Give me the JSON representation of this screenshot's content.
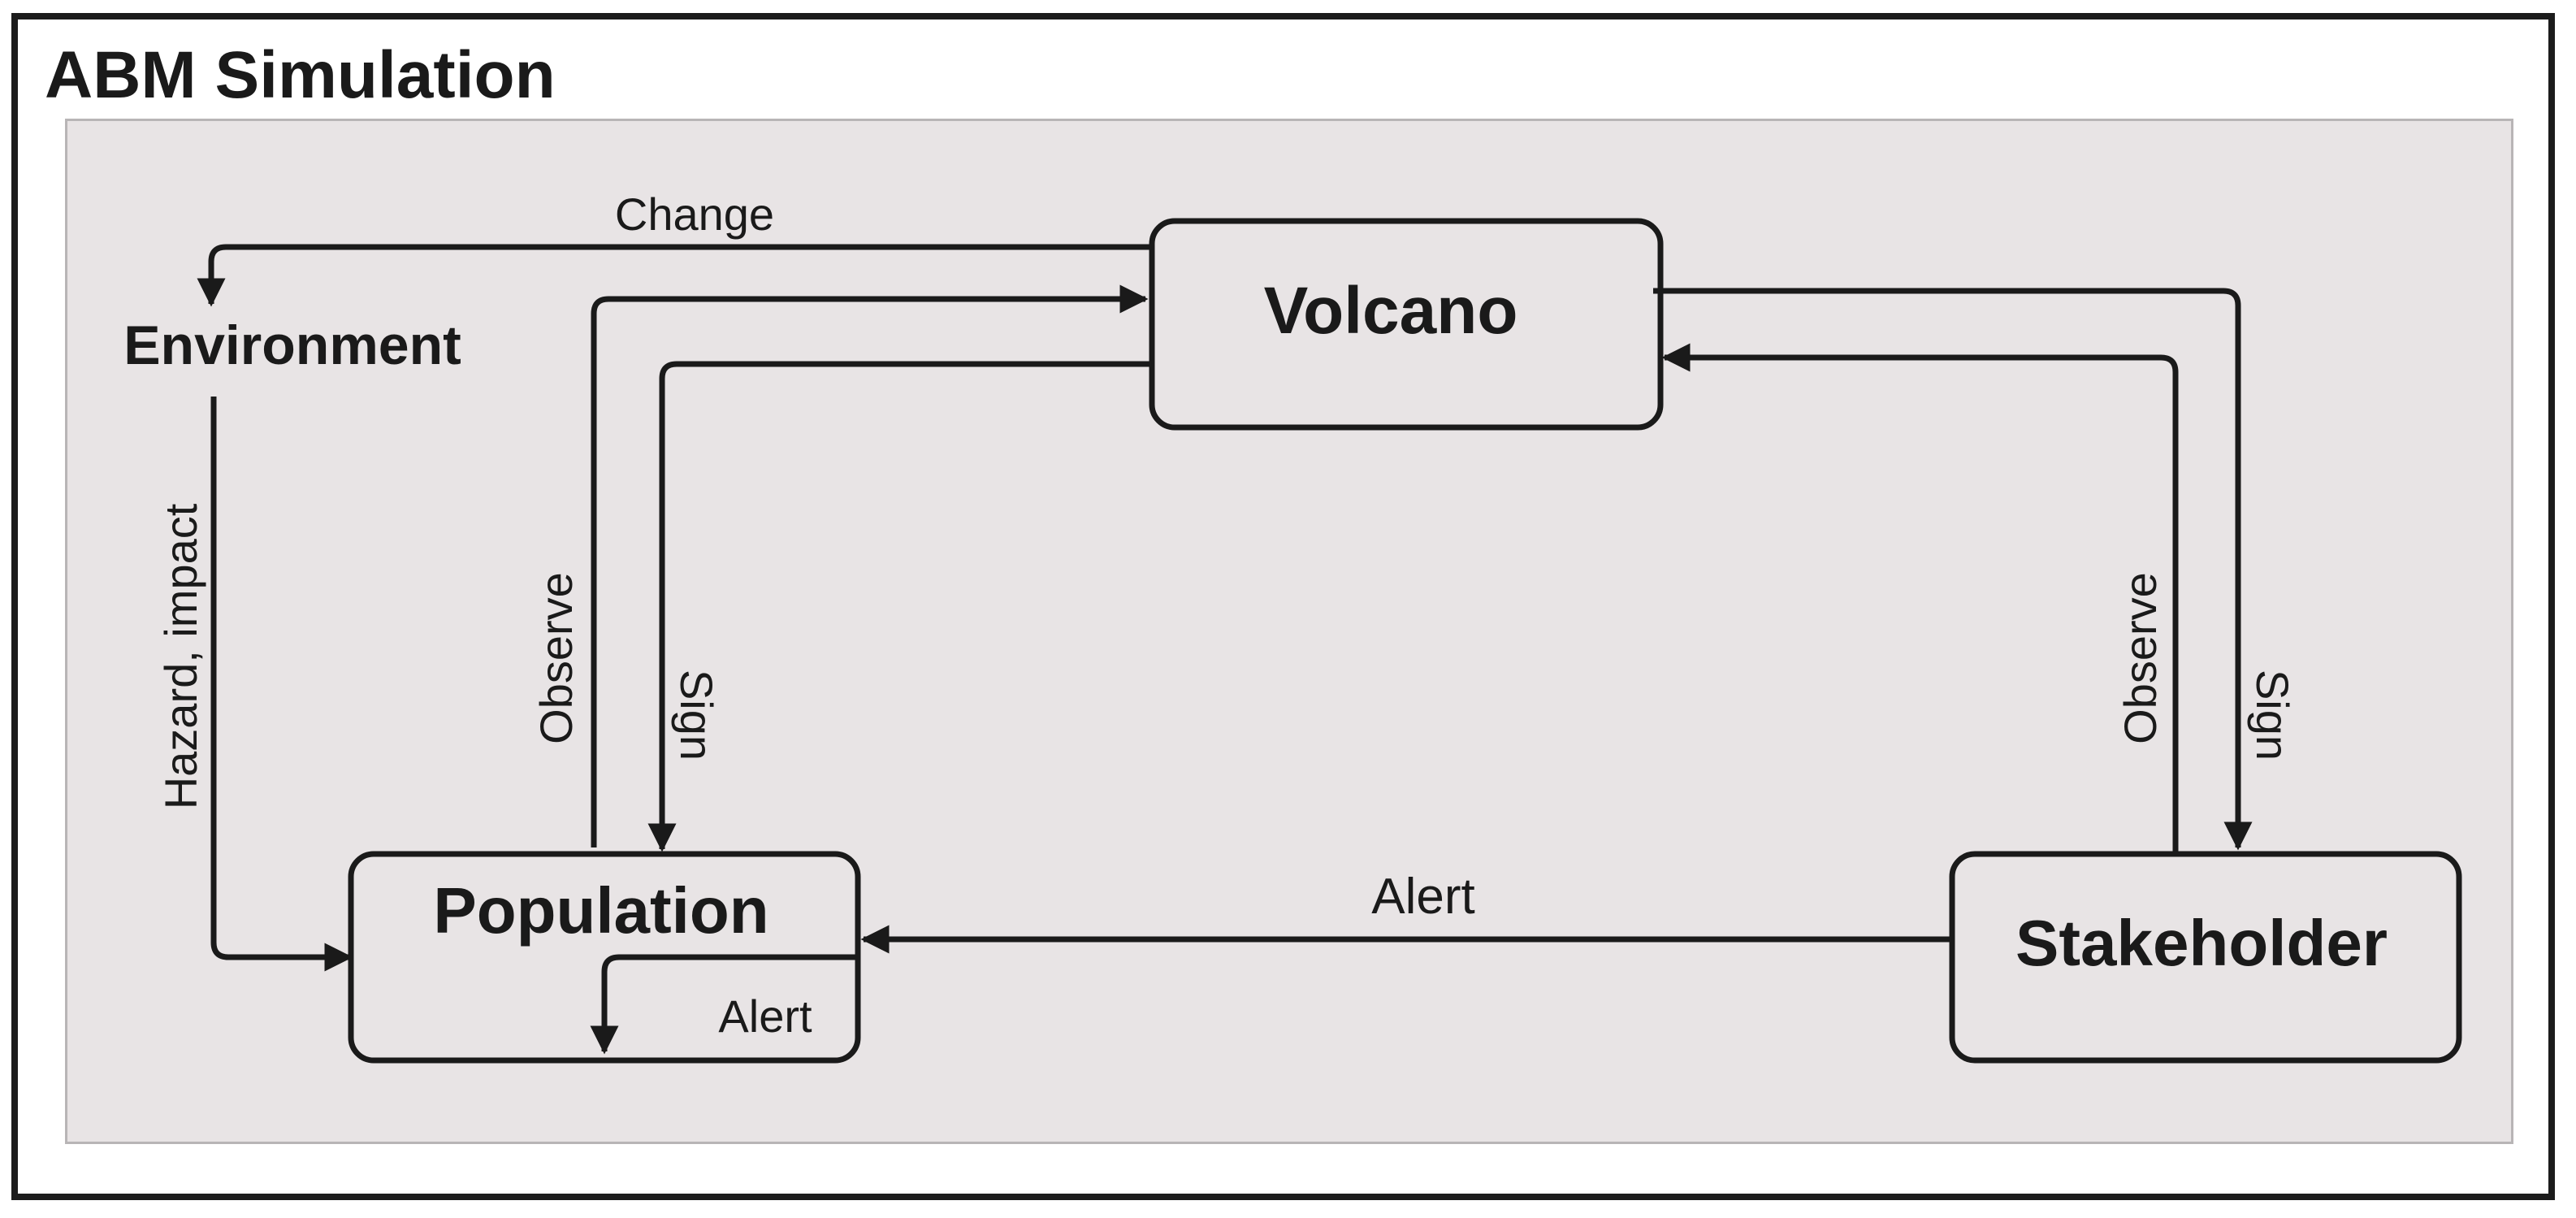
{
  "title": "ABM Simulation",
  "nodes": {
    "volcano": "Volcano",
    "environment": "Environment",
    "population": "Population",
    "stakeholder": "Stakeholder"
  },
  "edges": {
    "change": "Change",
    "hazard_impact": "Hazard, impact",
    "population_observe": "Observe",
    "population_sign": "Sign",
    "stakeholder_observe": "Observe",
    "stakeholder_sign": "Sign",
    "stakeholder_alert": "Alert",
    "population_self_alert": "Alert"
  }
}
